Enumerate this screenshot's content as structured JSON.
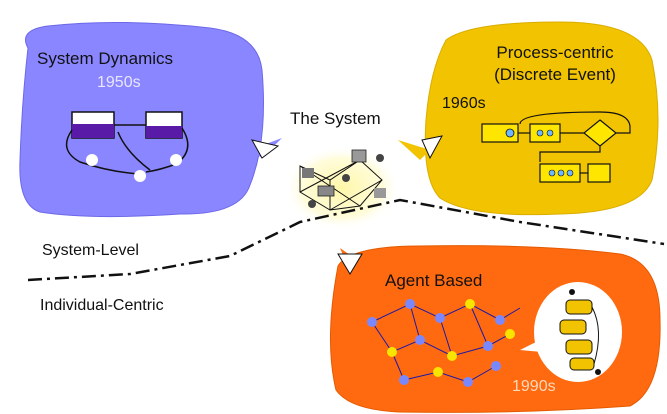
{
  "diagram": {
    "center": {
      "label": "The System"
    },
    "paradigms": [
      {
        "id": "system-dynamics",
        "title": "System Dynamics",
        "decade": "1950s",
        "color": "#8a86ff"
      },
      {
        "id": "discrete-event",
        "title_line1": "Process-centric",
        "title_line2": "(Discrete Event)",
        "decade": "1960s",
        "color": "#f2c300"
      },
      {
        "id": "agent-based",
        "title": "Agent Based",
        "decade": "1990s",
        "color": "#ff6a10"
      }
    ],
    "levels": {
      "upper": "System-Level",
      "lower": "Individual-Centric"
    },
    "colors": {
      "divider": "#111111",
      "glow": "#fff7a8"
    }
  }
}
